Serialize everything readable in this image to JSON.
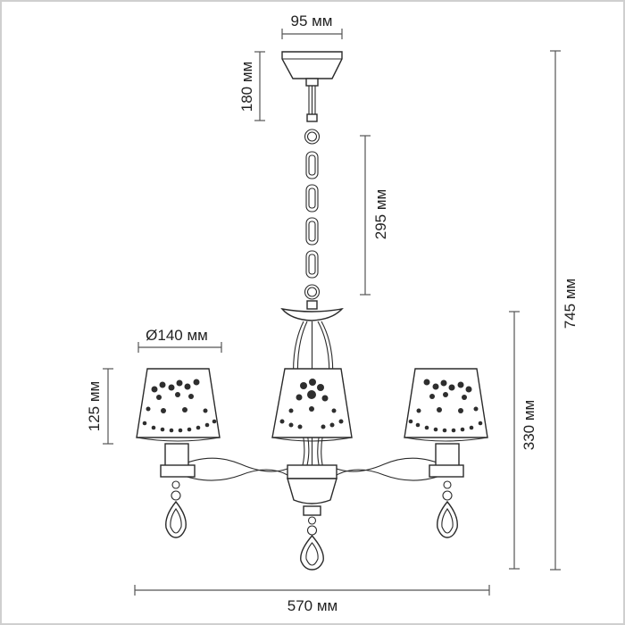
{
  "dimensions": {
    "canopy_width": "95 мм",
    "canopy_height": "180 мм",
    "chain_length": "295 мм",
    "total_height": "745 мм",
    "shade_diameter": "Ø140 мм",
    "shade_height": "125 мм",
    "body_height": "330 мм",
    "total_width": "570 мм"
  },
  "colors": {
    "line": "#2b2b2b",
    "dimension": "#555555",
    "border": "#cfcfcf"
  }
}
